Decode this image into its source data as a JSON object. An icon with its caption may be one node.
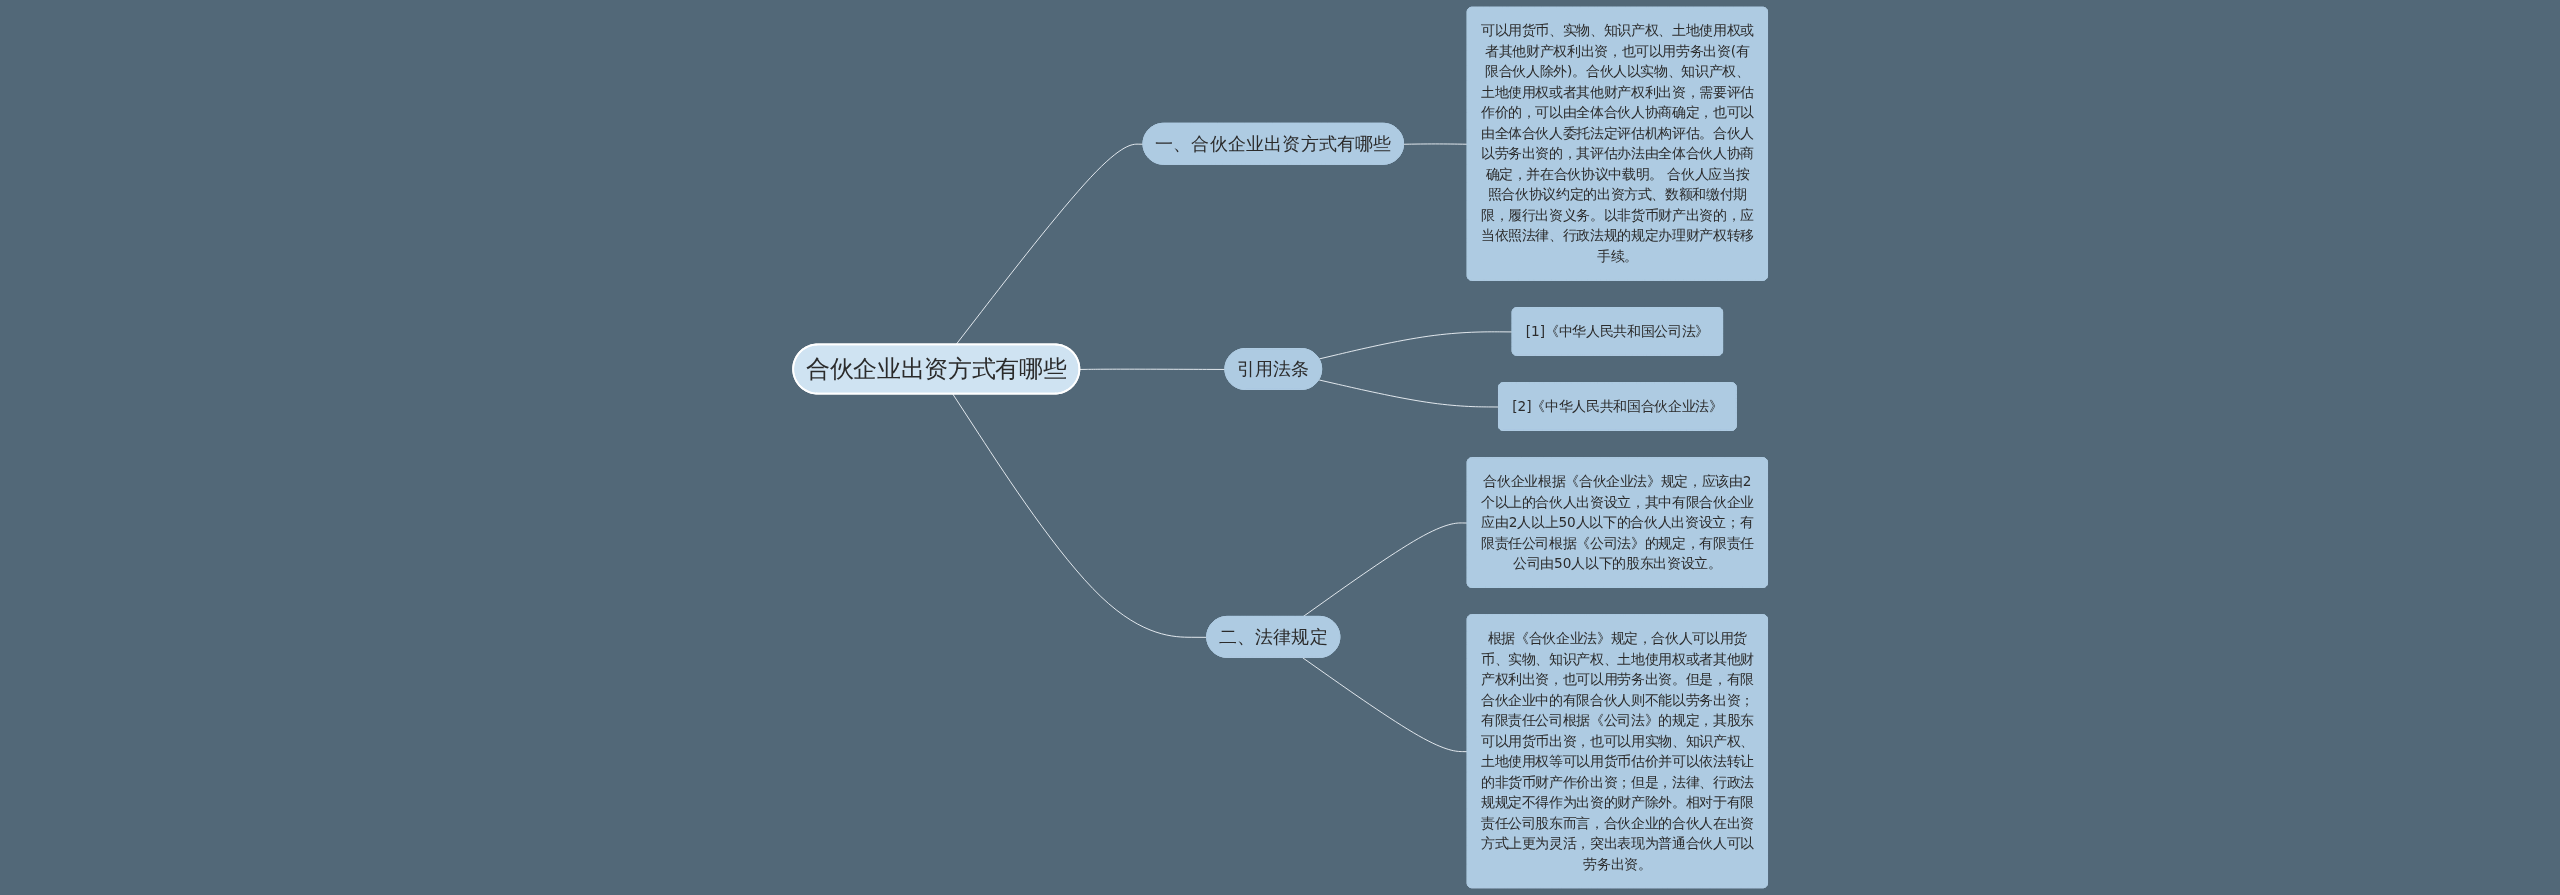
{
  "diagram": {
    "nodes": [
      {
        "text": [
          "合伙企业出资方式有哪些"
        ]
      },
      {
        "text": [
          "一、合伙企业出资方式有哪些"
        ]
      },
      {
        "text": [
          "可以用货币、实物、知识产权、土地使用权或者其他财产权利出资，也可以用劳务出资(有限合伙人除外)。合伙人以实物、知识产权、土地使用权或者其他财产权利出资，需要评估作价的，可以由全体合伙人协商确定，也可以由全体合伙人委托法定评估机构评估。合伙人以劳务出资的，其评估办法由全体合伙人协商确定，并在合伙协议中载明。 合伙人应当按照合伙协议约定的出资方式、数额和缴付期限，履行出资义务。以非货币财产出资的，应当依照法律、行政法规的规定办理财产权转移手续。"
        ]
      },
      {
        "text": [
          "引用法条"
        ]
      },
      {
        "text": [
          "[1]《中华人民共和国公司法》"
        ]
      },
      {
        "text": [
          "[2]《中华人民共和国合伙企业法》"
        ]
      },
      {
        "text": [
          "二、法律规定"
        ]
      },
      {
        "text": [
          "合伙企业根据《合伙企业法》规定，应该由2个以上的合伙人出资设立，其中有限合伙企业应由2人以上50人以下的合伙人出资设立；有限责任公司根据《公司法》的规定，有限责任公司由50人以下的股东出资设立。"
        ]
      },
      {
        "text": [
          "根据《合伙企业法》规定，合伙人可以用货币、实物、知识产权、土地使用权或者其他财产权利出资，也可以用劳务出资。但是，有限合伙企业中的有限合伙人则不能以劳务出资；有限责任公司根据《公司法》的规定，其股东可以用货币出资，也可以用实物、知识产权、土地使用权等可以用货币估价并可以依法转让的非货币财产作价出资；但是，法律、行政法规规定不得作为出资的财产除外。相对于有限责任公司股东而言，合伙企业的合伙人在出资方式上更为灵活，突出表现为普通合伙人可以劳务出资。"
        ]
      }
    ],
    "edges": [
      {
        "from": 0,
        "to": 1,
        "arrow": "none"
      },
      {
        "from": 1,
        "to": 2,
        "arrow": "none"
      },
      {
        "from": 0,
        "to": 3,
        "arrow": "none"
      },
      {
        "from": 3,
        "to": 4,
        "arrow": "none"
      },
      {
        "from": 3,
        "to": 5,
        "arrow": "none"
      },
      {
        "from": 0,
        "to": 6,
        "arrow": "none"
      },
      {
        "from": 6,
        "to": 7,
        "arrow": "none"
      },
      {
        "from": 6,
        "to": 8,
        "arrow": "none"
      }
    ]
  }
}
